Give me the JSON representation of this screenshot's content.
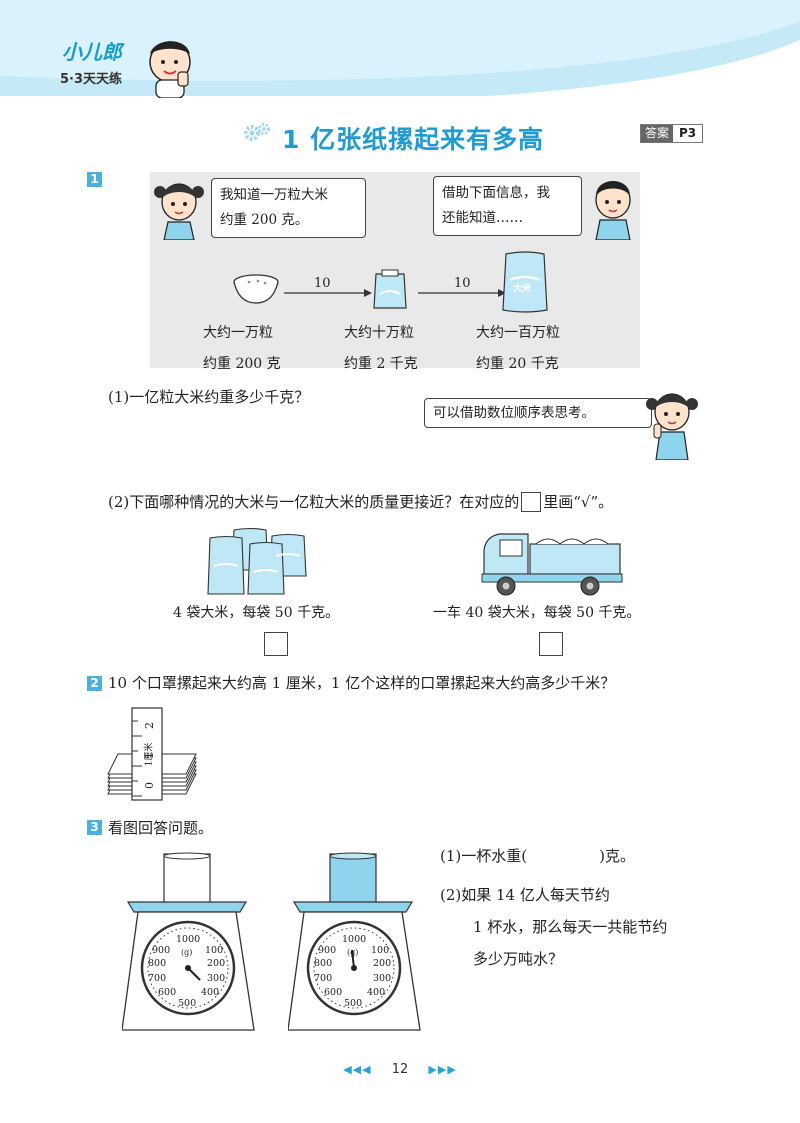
{
  "brand": {
    "logo_text": "小儿郎",
    "series": "5·3天天练"
  },
  "title": "1 亿张纸摞起来有多高",
  "answer_tag": {
    "label": "答案",
    "page": "P3"
  },
  "q1": {
    "number": "1",
    "girl_bubble": [
      "我知道一万粒大米",
      "约重 200 克。"
    ],
    "boy_bubble": [
      "借助下面信息，我",
      "还能知道……"
    ],
    "arrow1_label": "10",
    "arrow2_label": "10",
    "items": [
      {
        "line1": "大约一万粒",
        "line2": "约重 200 克"
      },
      {
        "line1": "大约十万粒",
        "line2": "约重 2 千克"
      },
      {
        "line1": "大约一百万粒",
        "line2": "约重 20 千克"
      }
    ],
    "sub1": "(1)一亿粒大米约重多少千克？",
    "hint_bubble": "可以借助数位顺序表思考。",
    "sub2_before": "(2)下面哪种情况的大米与一亿粒大米的质量更接近？在对应的",
    "sub2_after": "里画“√”。",
    "option_a": "4 袋大米，每袋 50 千克。",
    "option_b": "一车 40 袋大米，每袋 50 千克。",
    "bag_label": "大米"
  },
  "q2": {
    "number": "2",
    "text": "10 个口罩摞起来大约高 1 厘米，1 亿个这样的口罩摞起来大约高多少千米？",
    "ruler_label": "1厘米",
    "ruler_ticks": [
      "0",
      "1",
      "2"
    ]
  },
  "q3": {
    "number": "3",
    "text": "看图回答问题。",
    "sub1_before": "(1)一杯水重(",
    "sub1_after": ")克。",
    "sub2_lines": [
      "(2)如果 14 亿人每天节约",
      "1 杯水，那么每天一共能节约",
      "多少万吨水？"
    ],
    "scale_unit": "(g)",
    "scale_numbers": [
      "1000",
      "100",
      "200",
      "300",
      "400",
      "500",
      "600",
      "700",
      "800",
      "900"
    ]
  },
  "page_number": "12",
  "colors": {
    "accent": "#1f9bd1",
    "band": "#bfe8f6",
    "water": "#8dd4ec",
    "panel": "#e9e9e9"
  }
}
